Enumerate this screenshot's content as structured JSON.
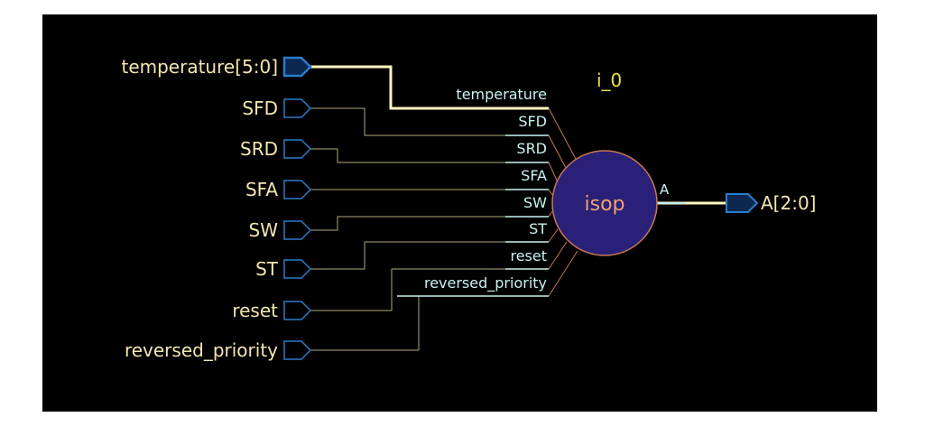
{
  "instance_name": "i_0",
  "cell": {
    "name": "isop",
    "fill": "#2a2078",
    "stroke": "#c87850"
  },
  "inputs": [
    {
      "port": "temperature[5:0]",
      "pin": "temperature",
      "bus": true
    },
    {
      "port": "SFD",
      "pin": "SFD",
      "bus": false
    },
    {
      "port": "SRD",
      "pin": "SRD",
      "bus": false
    },
    {
      "port": "SFA",
      "pin": "SFA",
      "bus": false
    },
    {
      "port": "SW",
      "pin": "SW",
      "bus": false
    },
    {
      "port": "ST",
      "pin": "ST",
      "bus": false
    },
    {
      "port": "reset",
      "pin": "reset",
      "bus": false
    },
    {
      "port": "reversed_priority",
      "pin": "reversed_priority",
      "bus": false
    }
  ],
  "output": {
    "pin": "A",
    "port": "A[2:0]",
    "bus": true
  },
  "colors": {
    "background": "#000000",
    "wire": "#b0a878",
    "bus_wire": "#fff8c0",
    "stub": "#c8f2f0",
    "port_outline": "#2a7cc8",
    "port_fill_bus": "#0a2850"
  }
}
